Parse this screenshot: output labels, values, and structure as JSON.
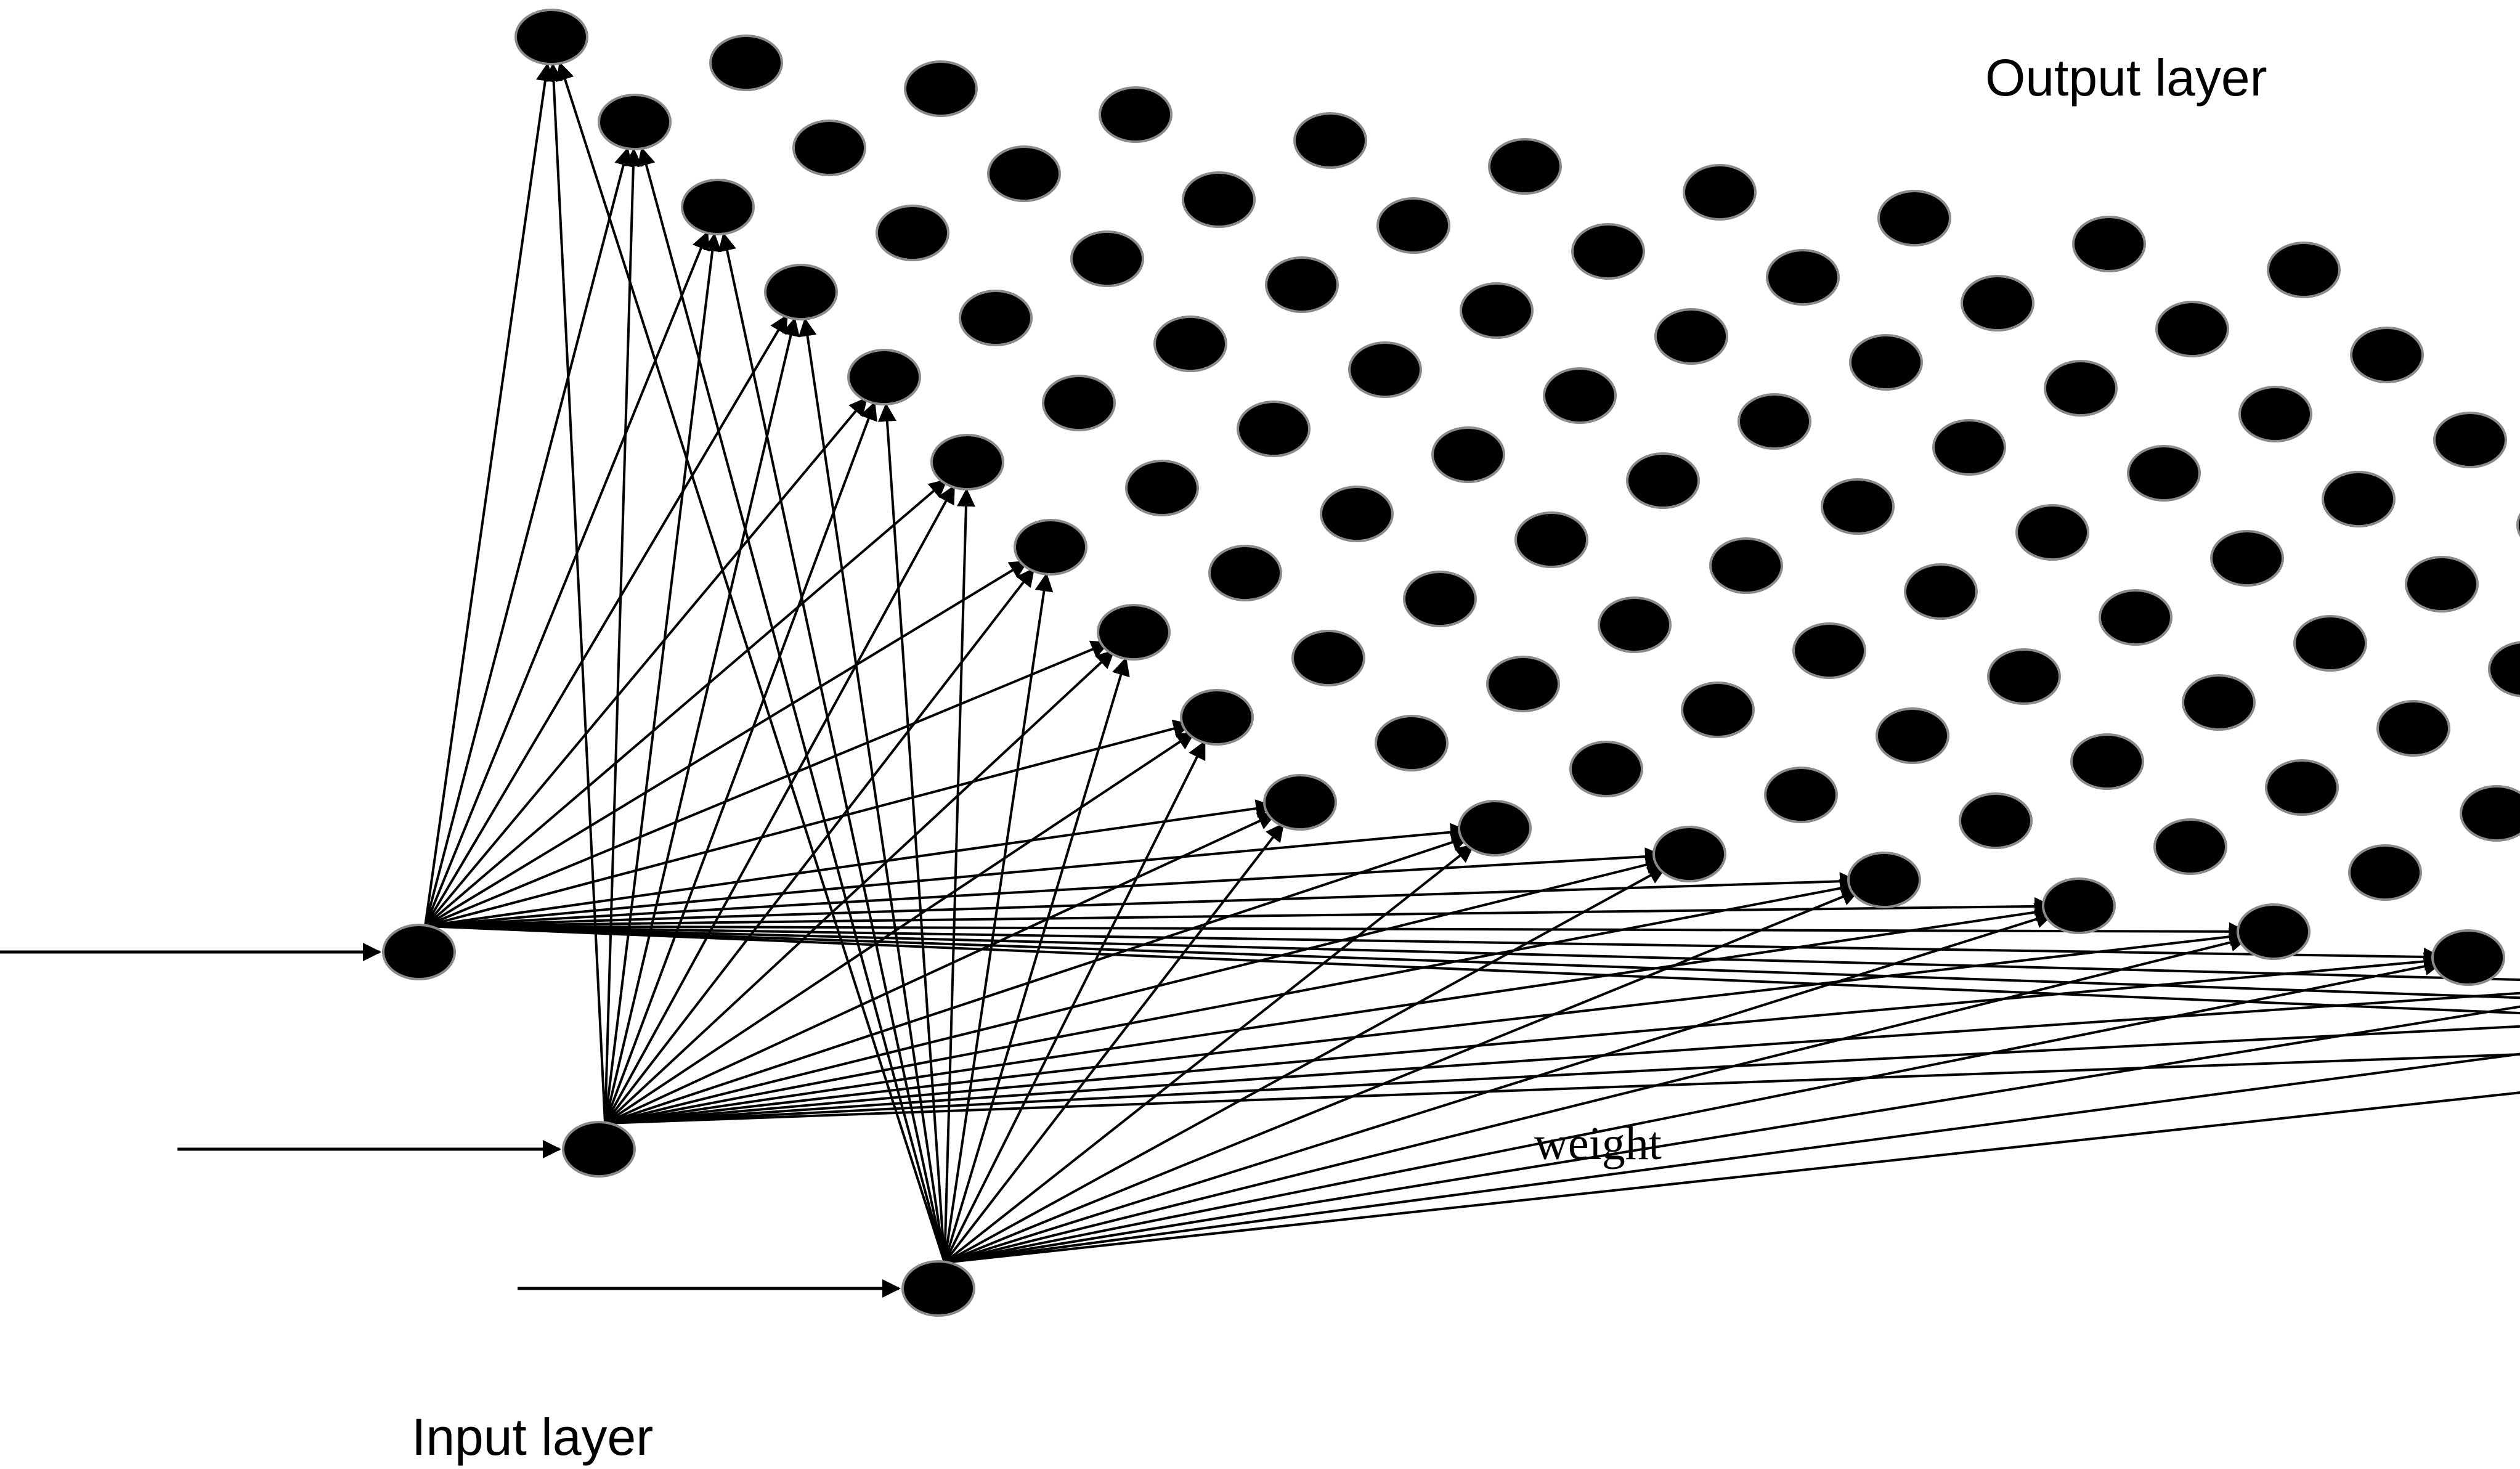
{
  "labels": {
    "output_layer": "Output layer",
    "input_layer": "Input layer",
    "weight": "weight"
  },
  "colors": {
    "node_fill": "#000000",
    "node_ring": "#8a8a8a",
    "line": "#000000",
    "background": "#ffffff"
  },
  "network": {
    "input_nodes": 3,
    "output_grid": {
      "rows": 10,
      "cols": 10
    },
    "connections": "every input node connects to every output node in the first column and the last row of the grid"
  }
}
